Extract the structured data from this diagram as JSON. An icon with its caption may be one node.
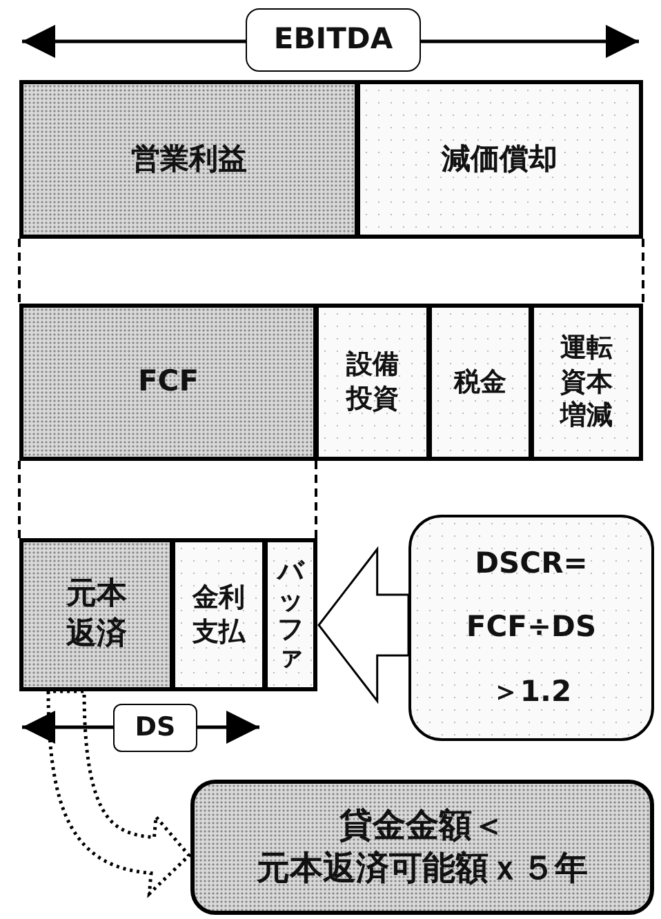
{
  "diagram": {
    "nodes": [
      {
        "text": [
          "EBITDA"
        ]
      },
      {
        "text": [
          "営業利益"
        ]
      },
      {
        "text": [
          "減価償却"
        ]
      },
      {
        "text": [
          "FCF"
        ]
      },
      {
        "text": [
          "設備投資"
        ]
      },
      {
        "text": [
          "税金"
        ]
      },
      {
        "text": [
          "運転資本増減"
        ]
      },
      {
        "text": [
          "元本返済"
        ]
      },
      {
        "text": [
          "金利支払"
        ]
      },
      {
        "text": [
          "バッファ"
        ]
      },
      {
        "text": [
          "DSCR=",
          "FCF÷DS",
          "＞1.2"
        ]
      },
      {
        "text": [
          "DS"
        ]
      },
      {
        "text": [
          "貸金金額＜",
          "元本返済可能額ｘ５年"
        ]
      }
    ],
    "edges": [
      {
        "from": 10,
        "to": 9,
        "arrow": "to"
      },
      {
        "from": 7,
        "to": 12,
        "arrow": "to",
        "style": "dashed"
      }
    ]
  }
}
